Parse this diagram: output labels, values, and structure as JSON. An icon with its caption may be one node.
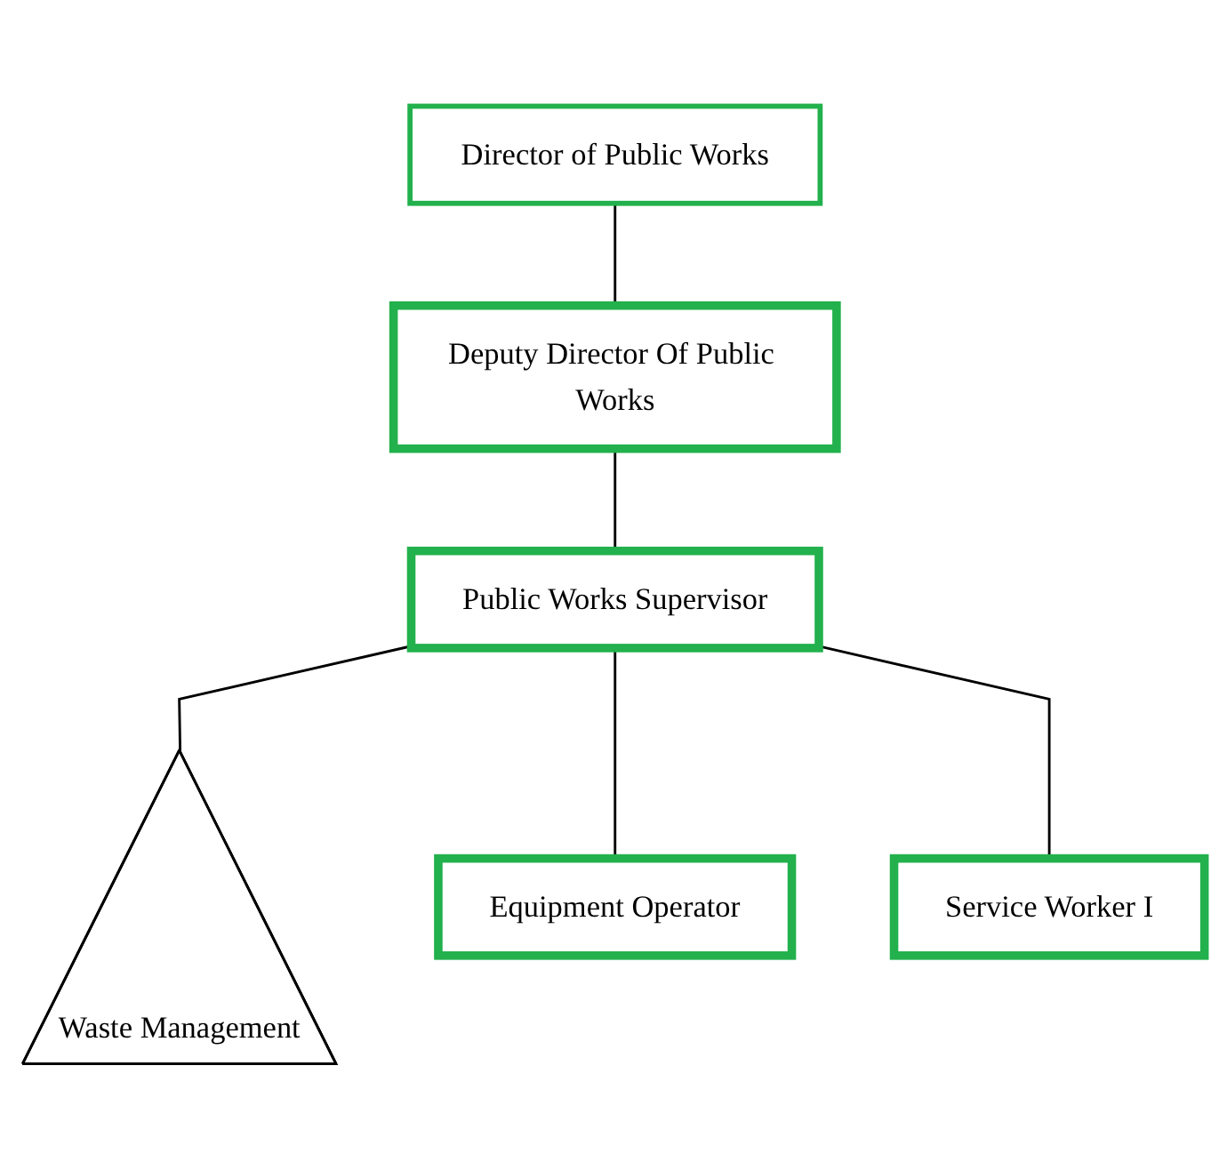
{
  "diagram": {
    "nodes": [
      {
        "text": [
          "Director of Public Works"
        ]
      },
      {
        "text": [
          "Deputy Director Of Public Works"
        ]
      },
      {
        "text": [
          "Public Works Supervisor"
        ]
      },
      {
        "text": [
          "Waste Management"
        ]
      },
      {
        "text": [
          "Equipment Operator"
        ]
      },
      {
        "text": [
          "Service Worker I"
        ]
      }
    ],
    "edges": [
      {
        "from": 0,
        "to": 1,
        "arrow": "none"
      },
      {
        "from": 1,
        "to": 2,
        "arrow": "none"
      },
      {
        "from": 2,
        "to": 3,
        "arrow": "none"
      },
      {
        "from": 2,
        "to": 4,
        "arrow": "none"
      },
      {
        "from": 2,
        "to": 5,
        "arrow": "none"
      }
    ]
  }
}
